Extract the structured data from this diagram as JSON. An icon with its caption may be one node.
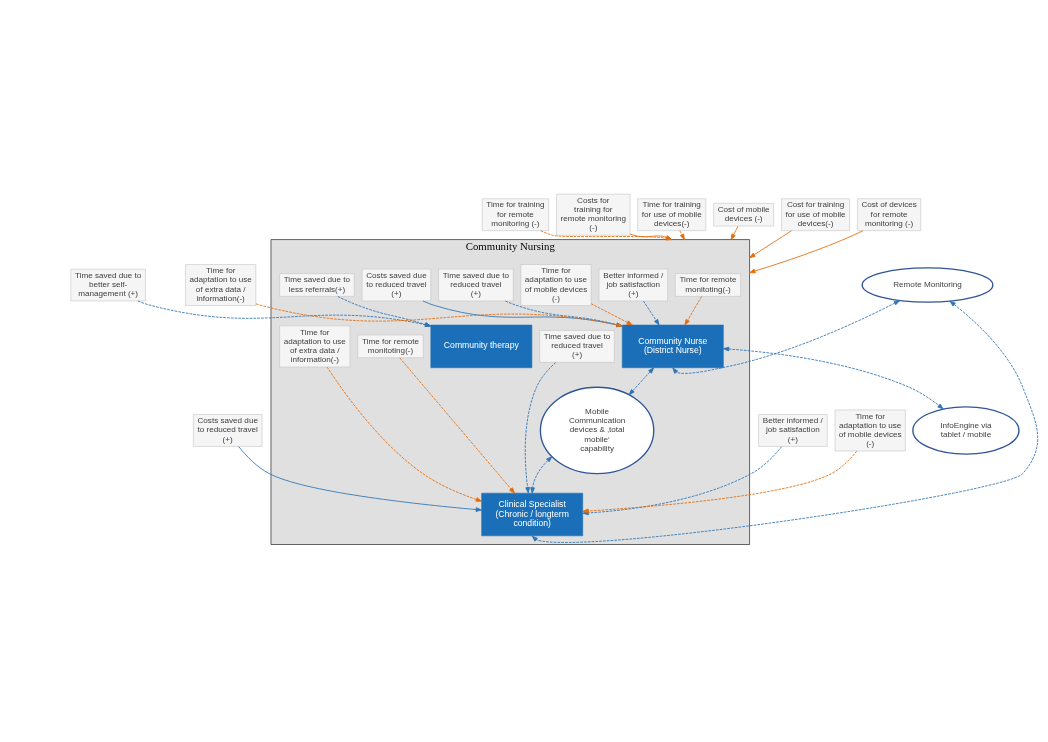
{
  "diagram": {
    "nodes": [
      {
        "text": [
          "Time for training for use of mobile devices(-)"
        ]
      },
      {
        "text": [
          "Cost of mobile devices (-)"
        ]
      },
      {
        "text": [
          "Cost for training for use of mobile devices(-)"
        ]
      },
      {
        "text": [
          "Remote Monitoring"
        ]
      },
      {
        "text": [
          "Community Nursing"
        ]
      },
      {
        "text": [
          "Time for remote monitoting(-)"
        ],
        "in": 4
      },
      {
        "text": [
          "Time saved due to reduced travel (+)"
        ],
        "in": 4
      },
      {
        "text": [
          "Costs saved due to reduced travel (+)"
        ],
        "in": 4
      },
      {
        "text": [
          "Time saved due to less referrals(+)"
        ],
        "in": 4
      },
      {
        "text": [
          "Time saved due to better self-management (+)"
        ]
      },
      {
        "text": [
          "Cost of devices for remote monitoring (-)"
        ]
      },
      {
        "text": [
          "Community Nurse (District Nurse)"
        ],
        "in": 4
      },
      {
        "text": [
          "Better informed / job satisfaction (+)"
        ],
        "in": 4
      },
      {
        "text": [
          "Community therapy"
        ],
        "in": 4
      },
      {
        "text": [
          "Time for adaptation to use of extra data / information(-)"
        ]
      },
      {
        "text": [
          "Time for adaptation to use of mobile devices (-)"
        ],
        "in": 4
      },
      {
        "text": [
          "Time saved due to reduced travel (+)"
        ],
        "in": 4
      },
      {
        "text": [
          "Costs saved due to reduced travel (+)"
        ]
      },
      {
        "text": [
          "InfoEngine via tablet / mobile"
        ]
      },
      {
        "text": [
          "Time for remote monitoting(-)"
        ],
        "in": 4
      },
      {
        "text": [
          "Mobile Communication devices & ‚total mobile‘ capability"
        ],
        "in": 4
      },
      {
        "text": [
          "Clinical Specialist (Chronic / longterm condition)"
        ],
        "in": 4
      },
      {
        "text": [
          "Time for training for remote monitoring (-)"
        ]
      },
      {
        "text": [
          "Better informed / job satisfaction (+)"
        ]
      },
      {
        "text": [
          "Time for adaptation to use of extra data / information(-)"
        ],
        "in": 4
      },
      {
        "text": [
          "Costs for training for remote monitoring (-)"
        ]
      },
      {
        "text": [
          "Time for adaptation to use of mobile devices (-)"
        ]
      }
    ],
    "edges": [
      {
        "from": 0,
        "to": 4,
        "arrow": "to",
        "style": "dashed",
        "color": "#e46c0a"
      },
      {
        "from": 1,
        "to": 4,
        "arrow": "to",
        "color": "#e46c0a"
      },
      {
        "from": 2,
        "to": 4,
        "arrow": "to",
        "color": "#e46c0a"
      },
      {
        "from": 3,
        "to": 11,
        "arrow": "both",
        "style": "dashed",
        "color": "#2e75b6"
      },
      {
        "from": 3,
        "to": 21,
        "arrow": "both",
        "style": "dashed",
        "color": "#2e75b6"
      },
      {
        "from": 5,
        "to": 11,
        "arrow": "to",
        "style": "dashed",
        "color": "#e46c0a"
      },
      {
        "from": 6,
        "to": 11,
        "arrow": "to",
        "style": "dashed",
        "color": "#2e75b6"
      },
      {
        "from": 7,
        "to": 11,
        "arrow": "to",
        "color": "#2e75b6"
      },
      {
        "from": 8,
        "to": 13,
        "arrow": "to",
        "style": "dashed",
        "color": "#2e75b6"
      },
      {
        "from": 9,
        "to": 13,
        "arrow": "to",
        "style": "dashed",
        "color": "#2e75b6"
      },
      {
        "from": 10,
        "to": 4,
        "arrow": "to",
        "color": "#e46c0a"
      },
      {
        "from": 12,
        "to": 11,
        "arrow": "to",
        "style": "dashed",
        "color": "#2e75b6"
      },
      {
        "from": 14,
        "to": 11,
        "arrow": "to",
        "style": "dashed",
        "color": "#e46c0a"
      },
      {
        "from": 15,
        "to": 11,
        "arrow": "to",
        "style": "dashed",
        "color": "#e46c0a"
      },
      {
        "from": 11,
        "to": 18,
        "arrow": "both",
        "style": "dashed",
        "color": "#2e75b6"
      },
      {
        "from": 11,
        "to": 20,
        "arrow": "both",
        "style": "dashed",
        "color": "#2e75b6"
      },
      {
        "from": 16,
        "to": 21,
        "arrow": "to",
        "style": "dashed",
        "color": "#2e75b6"
      },
      {
        "from": 17,
        "to": 21,
        "arrow": "to",
        "color": "#2e75b6"
      },
      {
        "from": 19,
        "to": 21,
        "arrow": "to",
        "style": "dashed",
        "color": "#e46c0a"
      },
      {
        "from": 20,
        "to": 21,
        "arrow": "both",
        "style": "dashed",
        "color": "#2e75b6"
      },
      {
        "from": 23,
        "to": 21,
        "arrow": "to",
        "style": "dashed",
        "color": "#2e75b6"
      },
      {
        "from": 24,
        "to": 21,
        "arrow": "to",
        "style": "dashed",
        "color": "#e46c0a"
      },
      {
        "from": 26,
        "to": 21,
        "arrow": "to",
        "style": "dashed",
        "color": "#e46c0a"
      },
      {
        "from": 22,
        "to": 4,
        "arrow": "to",
        "style": "dashed",
        "color": "#e46c0a"
      },
      {
        "from": 25,
        "to": 4,
        "arrow": "to",
        "color": "#e46c0a"
      }
    ]
  }
}
